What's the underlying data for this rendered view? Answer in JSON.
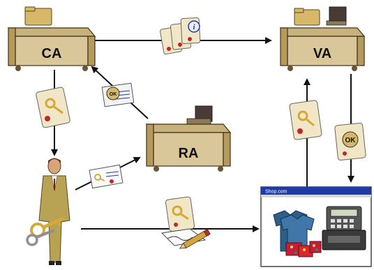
{
  "nodes": {
    "ca": {
      "label": "CA"
    },
    "va": {
      "label": "VA"
    },
    "ra": {
      "label": "RA"
    },
    "shop_window": {
      "title": "Shop.com"
    }
  },
  "badges": {
    "info": "i",
    "ok_va": "OK",
    "ok_ca": "OK"
  },
  "colors": {
    "desk_body": "#d9c79a",
    "desk_top": "#c8b27c",
    "desk_dark": "#6b5431",
    "folder": "#d7b768",
    "scroll": "#f1e7c6",
    "seal": "#c0282a",
    "key": "#d4a83a",
    "window_title_bar": "#1f3aa0",
    "suit": "#b8a253"
  }
}
